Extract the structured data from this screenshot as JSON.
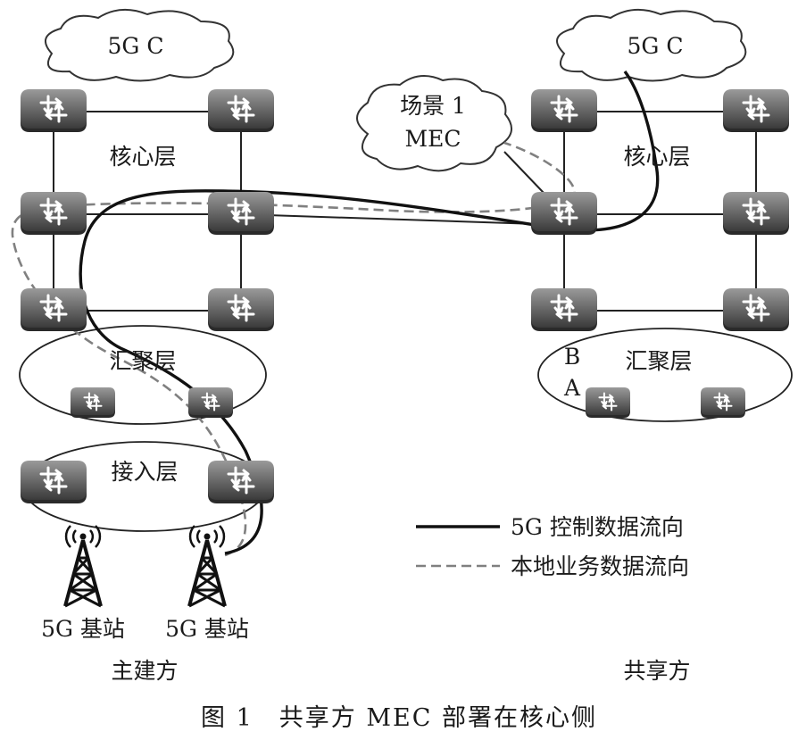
{
  "labels": {
    "left_cloud": "5G C",
    "right_cloud": "5G C",
    "mec_line1": "场景 1",
    "mec_line2": "MEC",
    "core_left": "核心层",
    "core_right": "核心层",
    "agg_left": "汇聚层",
    "agg_right": "汇聚层",
    "access": "接入层",
    "point_b": "B",
    "point_a": "A",
    "bs1": "5G 基站",
    "bs2": "5G 基站",
    "host": "主建方",
    "sharer": "共享方"
  },
  "legend": {
    "control": "5G 控制数据流向",
    "local": "本地业务数据流向"
  },
  "caption": "图 1　共享方 MEC 部署在核心侧",
  "colors": {
    "router_dark": "#3a3a3a",
    "router_light": "#9a9a9a",
    "solid_flow": "#111111",
    "dashed_flow": "#808080"
  },
  "icons": [
    "router-icon",
    "cloud-icon",
    "antenna-tower-icon"
  ]
}
